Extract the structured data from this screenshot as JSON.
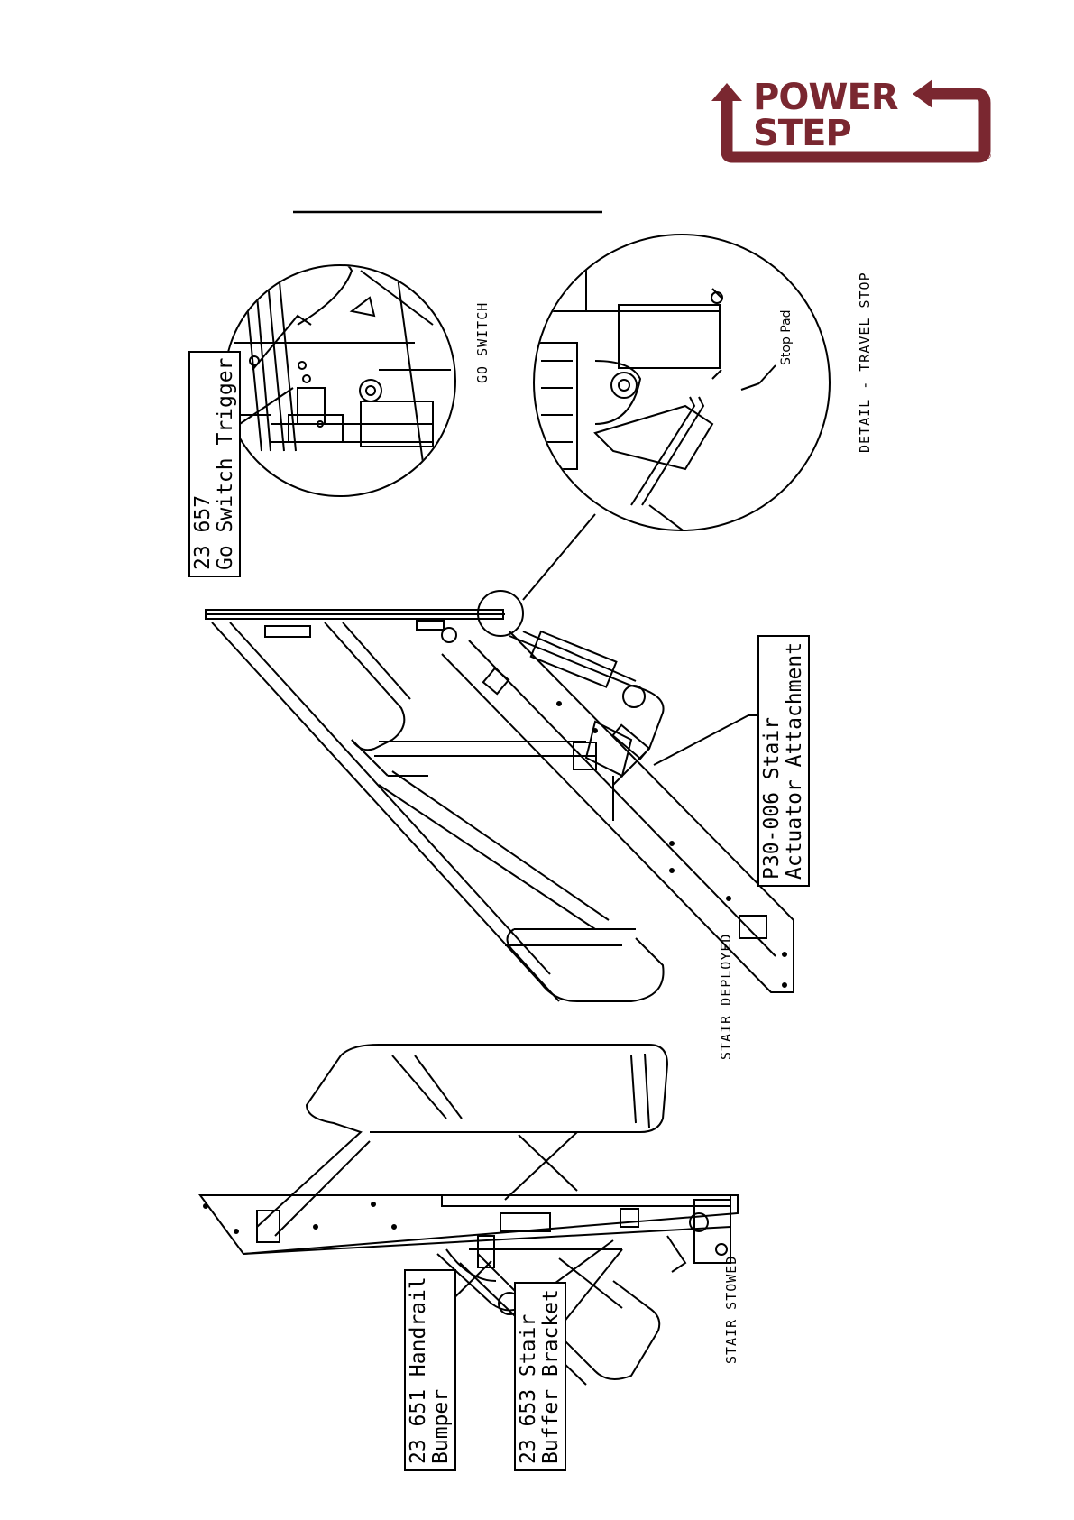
{
  "logo": {
    "line1": "POWER",
    "line2": "STEP",
    "registered": "®",
    "color": "#7a2730"
  },
  "labels": {
    "go_switch_trigger": [
      "23 657",
      "Go Switch Trigger"
    ],
    "go_switch_caption": "GO SWITCH",
    "travel_stop_caption": "DETAIL - TRAVEL STOP",
    "stop_pad": "Stop Pad",
    "stair_actuator": [
      "P30-006  Stair",
      "Actuator Attachment"
    ],
    "stair_deployed": "STAIR DEPLOYED",
    "stair_stowed": "STAIR STOWED",
    "handrail_bumper": [
      "23 651 Handrail",
      "Bumper"
    ],
    "buffer_bracket": [
      "23 653 Stair",
      "Buffer Bracket"
    ]
  }
}
